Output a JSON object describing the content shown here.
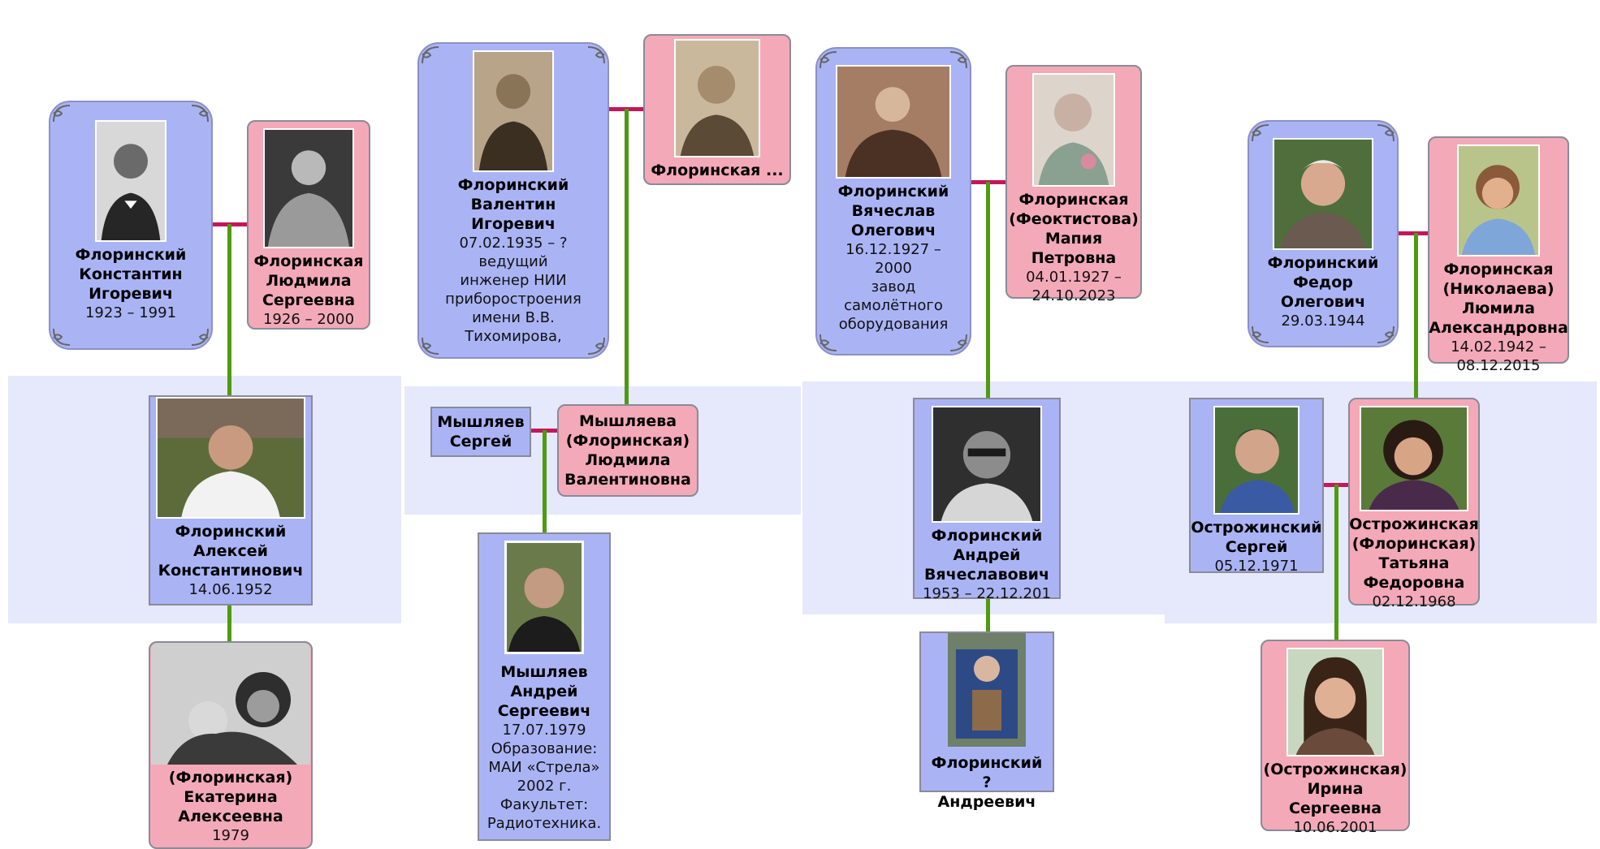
{
  "colors": {
    "male_card": "#aab4f5",
    "female_card": "#f4a9b8",
    "band": "#e6e8fb",
    "descent_line": "#4f9a10",
    "marriage_line": "#c2185b"
  },
  "people": {
    "konstantin": {
      "name": "Флоринский\nКонстантин\nИгоревич",
      "details": "1923 – 1991",
      "gender": "male"
    },
    "lyudmila_s": {
      "name": "Флоринская\nЛюдмила\nСергеевна",
      "details": "1926 – 2000",
      "gender": "female"
    },
    "aleksei": {
      "name": "Флоринский\nАлексей\nКонстантинович",
      "details": "14.06.1952",
      "gender": "male"
    },
    "ekaterina": {
      "name": "(Флоринская)\nЕкатерина\nАлексеевна",
      "details": "1979",
      "gender": "female"
    },
    "valentin": {
      "name": "Флоринский\nВалентин\nИгоревич",
      "details": "07.02.1935 – ?\nведущий\nинженер НИИ\nприборостроения\nимени В.В.\nТихомирова,",
      "gender": "male"
    },
    "florinskaya_wife": {
      "name": "Флоринская ...",
      "details": "",
      "gender": "female"
    },
    "sergei_m": {
      "name": "Мышляев\nСергей",
      "details": "",
      "gender": "male"
    },
    "lyudmila_v": {
      "name": "Мышляева\n(Флоринская)\nЛюдмила\nВалентиновна",
      "details": "",
      "gender": "female"
    },
    "andrei_m": {
      "name": "Мышляев\nАндрей\nСергеевич",
      "details": "17.07.1979\nОбразование:\nМАИ «Стрела»\n2002 г.\nФакультет:\nРадиотехника.",
      "gender": "male"
    },
    "vyacheslav": {
      "name": "Флоринский\nВячеслав\nОлегович",
      "details": "16.12.1927 –\n2000\nзавод\nсамолётного\nоборудования",
      "gender": "male"
    },
    "mapiya": {
      "name": "Флоринская\n(Феоктистова)\nМапия\nПетровна",
      "details": "04.01.1927 –\n24.10.2023",
      "gender": "female"
    },
    "andrei_f": {
      "name": "Флоринский\nАндрей\nВячеславович",
      "details": "1953 – 22.12.201",
      "gender": "male"
    },
    "child_andreevich": {
      "name": "Флоринский ?\nАндреевич",
      "details": "",
      "gender": "male"
    },
    "fedor": {
      "name": "Флоринский\nФедор\nОлегович",
      "details": "29.03.1944",
      "gender": "male"
    },
    "lyudmila_a": {
      "name": "Флоринская\n(Николаева)\nЛюмила\nАлександровна",
      "details": "14.02.1942 –\n08.12.2015",
      "gender": "female"
    },
    "sergei_o": {
      "name": "Острожинский\nСергей",
      "details": "05.12.1971",
      "gender": "male"
    },
    "tatiana": {
      "name": "Острожинская\n(Флоринская)\nТатьяна\nФедоровна",
      "details": "02.12.1968",
      "gender": "female"
    },
    "irina": {
      "name": "(Острожинская)\nИрина\nСергеевна",
      "details": "10.06.2001",
      "gender": "female"
    }
  }
}
